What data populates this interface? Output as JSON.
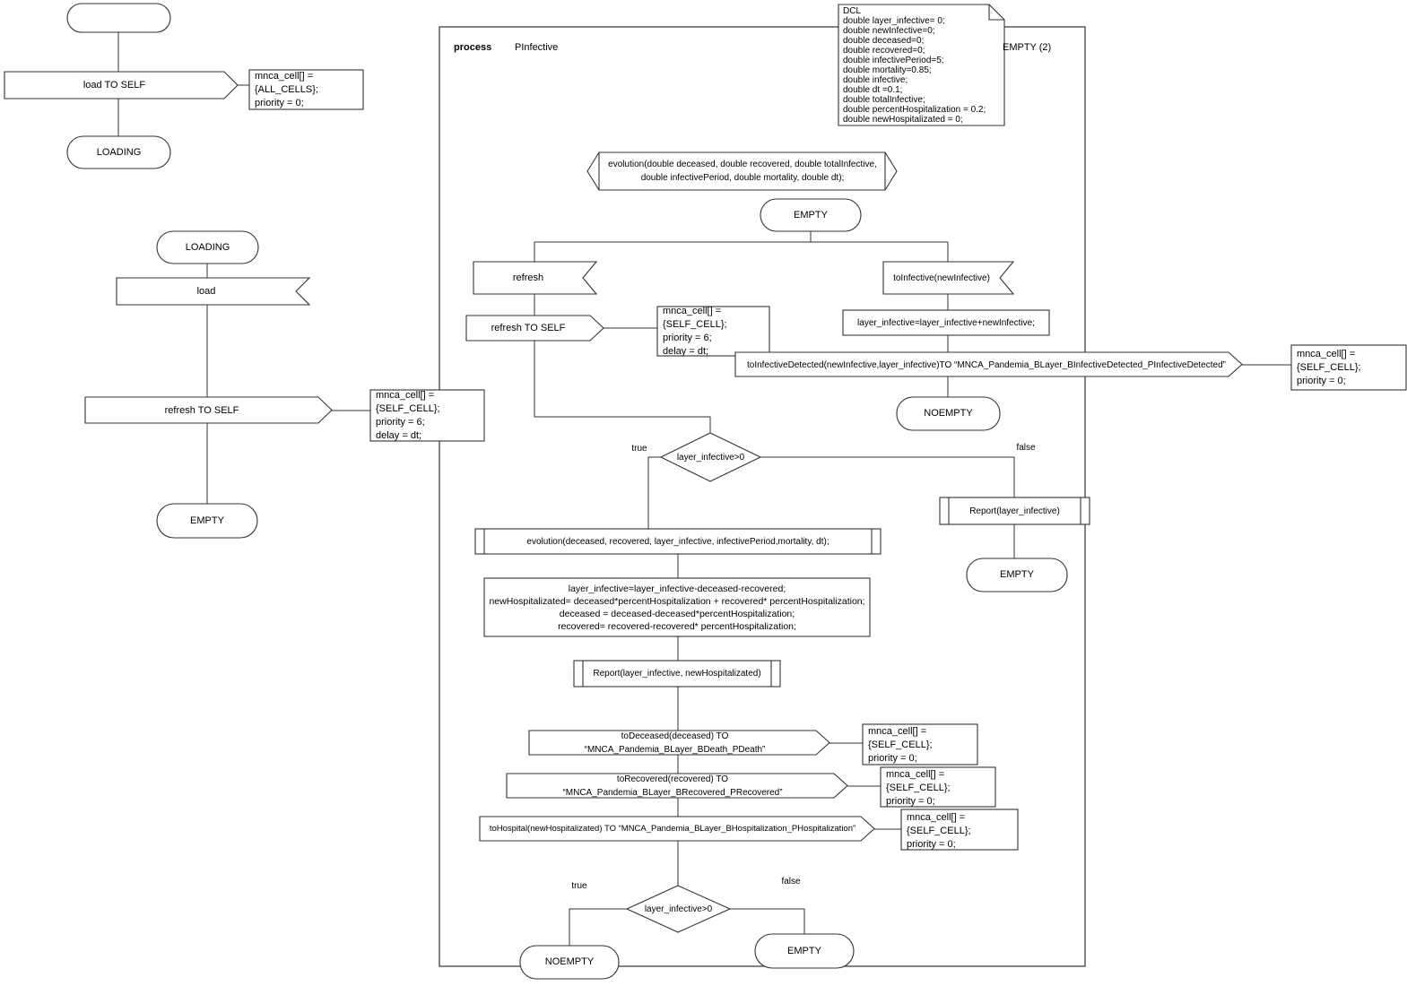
{
  "start_flow": {
    "send_load": "load TO SELF",
    "note_load": "mnca_cell[] = {ALL_CELLS};\npriority = 0;",
    "state_loading": "LOADING"
  },
  "loading_flow": {
    "state_loading": "LOADING",
    "receive_load": "load",
    "send_refresh": "refresh TO SELF",
    "note_refresh": "mnca_cell[] = {SELF_CELL};\npriority = 6;\ndelay = dt;",
    "state_empty": "EMPTY"
  },
  "frame": {
    "kind": "process",
    "name": "PInfective",
    "corner": "EMPTY (2)",
    "dcl": "DCL\ndouble layer_infective= 0;\ndouble newInfective=0;\ndouble deceased=0;\ndouble recovered=0;\ndouble infectivePeriod=5;\ndouble mortality=0.85;\ndouble infective;\ndouble dt =0.1;\ndouble totalInfective;\ndouble percentHospitalization = 0.2;\ndouble newHospitalizated = 0;"
  },
  "main": {
    "evolution_decl": "evolution(double deceased, double recovered, double totalInfective,\ndouble infectivePeriod, double mortality, double dt);",
    "state_empty_start": "EMPTY",
    "receive_refresh": "refresh",
    "receive_toinfective": "toInfective(newInfective)",
    "send_refresh": "refresh TO SELF",
    "note_refresh": "mnca_cell[] = {SELF_CELL};\npriority = 6;\ndelay = dt;",
    "assign_infective": "layer_infective=layer_infective+newInfective;",
    "send_detected": "toInfectiveDetected(newInfective,layer_infective)TO “MNCA_Pandemia_BLayer_BInfectiveDetected_PInfectiveDetected”",
    "note_detected": "mnca_cell[] = {SELF_CELL};\npriority = 0;",
    "state_noempty": "NOEMPTY",
    "decision_infective": "layer_infective>0",
    "label_true": "true",
    "label_false": "false",
    "call_report_infective": "Report(layer_infective)",
    "state_empty_false": "EMPTY",
    "call_evolution": "evolution(deceased, recovered, layer_infective, infectivePeriod,mortality, dt);",
    "assign_hospital": "layer_infective=layer_infective-deceased-recovered;\nnewHospitalizated= deceased*percentHospitalization + recovered* percentHospitalization;\ndeceased = deceased-deceased*percentHospitalization;\nrecovered= recovered-recovered* percentHospitalization;",
    "call_report_hospital": "Report(layer_infective, newHospitalizated)",
    "send_deceased": "toDeceased(deceased) TO “MNCA_Pandemia_BLayer_BDeath_PDeath”",
    "note_deceased": "mnca_cell[] = {SELF_CELL};\npriority = 0;",
    "send_recovered": "toRecovered(recovered) TO “MNCA_Pandemia_BLayer_BRecovered_PRecovered”",
    "note_recovered": "mnca_cell[] = {SELF_CELL};\npriority = 0;",
    "send_hospital": "toHospital(newHospitalizated) TO “MNCA_Pandemia_BLayer_BHospitalization_PHospitalization”",
    "note_hospital": "mnca_cell[] = {SELF_CELL};\npriority = 0;",
    "decision_infective_2": "layer_infective>0",
    "label_true_2": "true",
    "label_false_2": "false",
    "state_noempty_end": "NOEMPTY",
    "state_empty_end": "EMPTY"
  }
}
